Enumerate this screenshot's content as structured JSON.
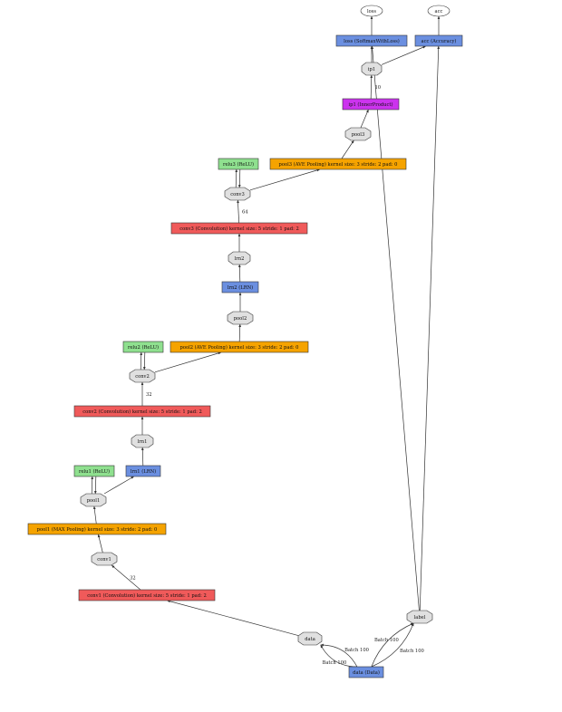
{
  "colors": {
    "blue": "#6b8fe0",
    "red": "#f05a5a",
    "orange": "#f5a300",
    "green": "#8fe08f",
    "purple": "#cc33ee",
    "gray": "#e0e0e0",
    "white": "#ffffff",
    "edge": "#333333"
  },
  "nodes": [
    {
      "id": "loss",
      "label": "loss",
      "shape": "ellipse"
    },
    {
      "id": "acc",
      "label": "acc",
      "shape": "ellipse"
    },
    {
      "id": "loss_layer",
      "label": "loss (SoftmaxWithLoss)",
      "shape": "box",
      "color": "blue"
    },
    {
      "id": "acc_layer",
      "label": "acc (Accuracy)",
      "shape": "box",
      "color": "blue"
    },
    {
      "id": "ip1_blob",
      "label": "ip1",
      "shape": "octagon"
    },
    {
      "id": "ip1_layer",
      "label": "ip1 (InnerProduct)",
      "shape": "box",
      "color": "purple"
    },
    {
      "id": "pool3_blob",
      "label": "pool3",
      "shape": "octagon"
    },
    {
      "id": "relu3",
      "label": "relu3 (ReLU)",
      "shape": "box",
      "color": "green"
    },
    {
      "id": "pool3_layer",
      "label": "pool3 (AVE Pooling) kernel size: 3 stride: 2 pad: 0",
      "shape": "box",
      "color": "orange"
    },
    {
      "id": "conv3_blob",
      "label": "conv3",
      "shape": "octagon"
    },
    {
      "id": "conv3_layer",
      "label": "conv3 (Convolution) kernel size: 5 stride: 1 pad: 2",
      "shape": "box",
      "color": "red"
    },
    {
      "id": "lrn2_blob",
      "label": "lrn2",
      "shape": "octagon"
    },
    {
      "id": "lrn2_layer",
      "label": "lrn2 (LRN)",
      "shape": "box",
      "color": "blue"
    },
    {
      "id": "pool2_blob",
      "label": "pool2",
      "shape": "octagon"
    },
    {
      "id": "relu2",
      "label": "relu2 (ReLU)",
      "shape": "box",
      "color": "green"
    },
    {
      "id": "pool2_layer",
      "label": "pool2 (AVE Pooling) kernel size: 3 stride: 2 pad: 0",
      "shape": "box",
      "color": "orange"
    },
    {
      "id": "conv2_blob",
      "label": "conv2",
      "shape": "octagon"
    },
    {
      "id": "conv2_layer",
      "label": "conv2 (Convolution) kernel size: 5 stride: 1 pad: 2",
      "shape": "box",
      "color": "red"
    },
    {
      "id": "lrn1_blob",
      "label": "lrn1",
      "shape": "octagon"
    },
    {
      "id": "relu1",
      "label": "relu1 (ReLU)",
      "shape": "box",
      "color": "green"
    },
    {
      "id": "lrn1_layer",
      "label": "lrn1 (LRN)",
      "shape": "box",
      "color": "blue"
    },
    {
      "id": "pool1_blob",
      "label": "pool1",
      "shape": "octagon"
    },
    {
      "id": "pool1_layer",
      "label": "pool1 (MAX Pooling) kernel size: 3 stride: 2 pad: 0",
      "shape": "box",
      "color": "orange"
    },
    {
      "id": "conv1_blob",
      "label": "conv1",
      "shape": "octagon"
    },
    {
      "id": "conv1_layer",
      "label": "conv1 (Convolution) kernel size: 5 stride: 1 pad: 2",
      "shape": "box",
      "color": "red"
    },
    {
      "id": "label_blob",
      "label": "label",
      "shape": "octagon"
    },
    {
      "id": "data_blob",
      "label": "data",
      "shape": "octagon"
    },
    {
      "id": "data_layer",
      "label": "data (Data)",
      "shape": "box",
      "color": "blue"
    }
  ],
  "edges": [
    {
      "from": "data_layer",
      "to": "data_blob",
      "label": "Batch 100"
    },
    {
      "from": "data_layer",
      "to": "data_blob",
      "label": "Batch 100"
    },
    {
      "from": "data_layer",
      "to": "label_blob",
      "label": "Batch 100"
    },
    {
      "from": "data_layer",
      "to": "label_blob",
      "label": "Batch 100"
    },
    {
      "from": "data_blob",
      "to": "conv1_layer",
      "label": ""
    },
    {
      "from": "conv1_layer",
      "to": "conv1_blob",
      "label": "32"
    },
    {
      "from": "conv1_blob",
      "to": "pool1_layer",
      "label": ""
    },
    {
      "from": "pool1_layer",
      "to": "pool1_blob",
      "label": ""
    },
    {
      "from": "pool1_blob",
      "to": "relu1",
      "label": ""
    },
    {
      "from": "relu1",
      "to": "pool1_blob",
      "label": ""
    },
    {
      "from": "pool1_blob",
      "to": "lrn1_layer",
      "label": ""
    },
    {
      "from": "lrn1_layer",
      "to": "lrn1_blob",
      "label": ""
    },
    {
      "from": "lrn1_blob",
      "to": "conv2_layer",
      "label": ""
    },
    {
      "from": "conv2_layer",
      "to": "conv2_blob",
      "label": "32"
    },
    {
      "from": "conv2_blob",
      "to": "relu2",
      "label": ""
    },
    {
      "from": "relu2",
      "to": "conv2_blob",
      "label": ""
    },
    {
      "from": "conv2_blob",
      "to": "pool2_layer",
      "label": ""
    },
    {
      "from": "pool2_layer",
      "to": "pool2_blob",
      "label": ""
    },
    {
      "from": "pool2_blob",
      "to": "lrn2_layer",
      "label": ""
    },
    {
      "from": "lrn2_layer",
      "to": "lrn2_blob",
      "label": ""
    },
    {
      "from": "lrn2_blob",
      "to": "conv3_layer",
      "label": ""
    },
    {
      "from": "conv3_layer",
      "to": "conv3_blob",
      "label": "64"
    },
    {
      "from": "conv3_blob",
      "to": "relu3",
      "label": ""
    },
    {
      "from": "relu3",
      "to": "conv3_blob",
      "label": ""
    },
    {
      "from": "conv3_blob",
      "to": "pool3_layer",
      "label": ""
    },
    {
      "from": "pool3_layer",
      "to": "pool3_blob",
      "label": ""
    },
    {
      "from": "pool3_blob",
      "to": "ip1_layer",
      "label": ""
    },
    {
      "from": "ip1_layer",
      "to": "ip1_blob",
      "label": "10"
    },
    {
      "from": "ip1_blob",
      "to": "loss_layer",
      "label": ""
    },
    {
      "from": "ip1_blob",
      "to": "acc_layer",
      "label": ""
    },
    {
      "from": "label_blob",
      "to": "loss_layer",
      "label": ""
    },
    {
      "from": "label_blob",
      "to": "acc_layer",
      "label": ""
    },
    {
      "from": "loss_layer",
      "to": "loss",
      "label": ""
    },
    {
      "from": "acc_layer",
      "to": "acc",
      "label": ""
    }
  ]
}
